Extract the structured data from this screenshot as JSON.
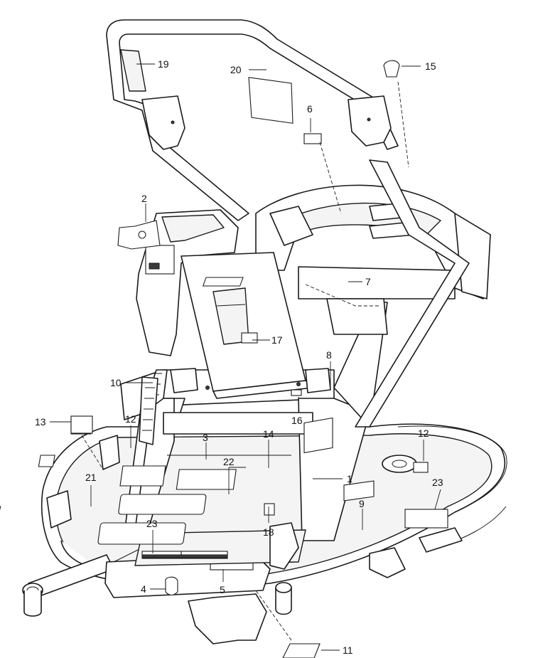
{
  "callouts": {
    "c1": "1",
    "c2": "2",
    "c3": "3",
    "c4": "4",
    "c5": "5",
    "c6": "6",
    "c7": "7",
    "c8": "8",
    "c9": "9",
    "c10": "10",
    "c11": "11",
    "c12a": "12",
    "c12b": "12",
    "c13": "13",
    "c14": "14",
    "c15": "15",
    "c16": "16",
    "c17": "17",
    "c18": "18",
    "c19": "19",
    "c20": "20",
    "c21": "21",
    "c22": "22",
    "c23a": "23",
    "c23b": "23"
  },
  "colors": {
    "line": "#1a1a1a",
    "background": "#ffffff",
    "shade": "#f4f4f4"
  }
}
